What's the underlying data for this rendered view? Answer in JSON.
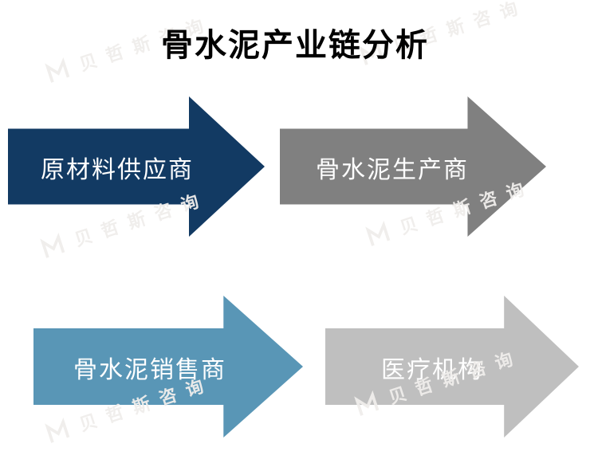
{
  "title": "骨水泥产业链分析",
  "diagram": {
    "type": "industry-chain-block-arrows",
    "label_text_color": "#FFFFFF",
    "nodes": [
      {
        "label": "原材料供应商",
        "color": "#123A63"
      },
      {
        "label": "骨水泥生产商",
        "color": "#808080"
      },
      {
        "label": "骨水泥销售商",
        "color": "#5996B6"
      },
      {
        "label": "医疗机构",
        "color": "#BFBFBF"
      }
    ]
  },
  "watermark": {
    "logo": "M-logo",
    "text": "贝哲斯咨询",
    "color": "#F0EEEC"
  }
}
